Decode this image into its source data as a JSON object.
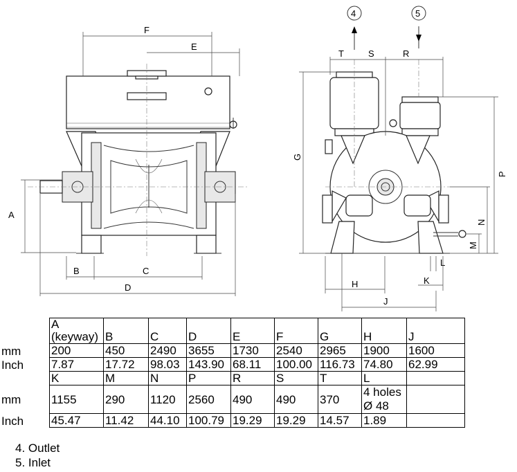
{
  "side_view_labels": {
    "A": "A",
    "B": "B",
    "C": "C",
    "D": "D",
    "E": "E",
    "F": "F"
  },
  "end_view_labels": {
    "G": "G",
    "H": "H",
    "J": "J",
    "K": "K",
    "L": "L",
    "M": "M",
    "N": "N",
    "P": "P",
    "R": "R",
    "S": "S",
    "T": "T"
  },
  "callouts": {
    "outlet_number": "4",
    "inlet_number": "5"
  },
  "table": {
    "row1_headers": [
      "A (keyway)",
      "B",
      "C",
      "D",
      "E",
      "F",
      "G",
      "H",
      "J"
    ],
    "row1_mm_label": "mm",
    "row1_mm": [
      "200",
      "450",
      "2490",
      "3655",
      "1730",
      "2540",
      "2965",
      "1900",
      "1600"
    ],
    "row1_inch_label": "Inch",
    "row1_inch": [
      "7.87",
      "17.72",
      "98.03",
      "143.90",
      "68.11",
      "100.00",
      "116.73",
      "74.80",
      "62.99"
    ],
    "row2_headers": [
      "K",
      "M",
      "N",
      "P",
      "R",
      "S",
      "T",
      "L",
      ""
    ],
    "row2_mm_label": "mm",
    "row2_mm": [
      "1155",
      "290",
      "1120",
      "2560",
      "490",
      "490",
      "370",
      "4 holes Ø 48",
      ""
    ],
    "row2_inch_label": "Inch",
    "row2_inch": [
      "45.47",
      "11.42",
      "44.10",
      "100.79",
      "19.29",
      "19.29",
      "14.57",
      "1.89",
      ""
    ]
  },
  "notes": [
    "4. Outlet",
    "5. Inlet"
  ]
}
